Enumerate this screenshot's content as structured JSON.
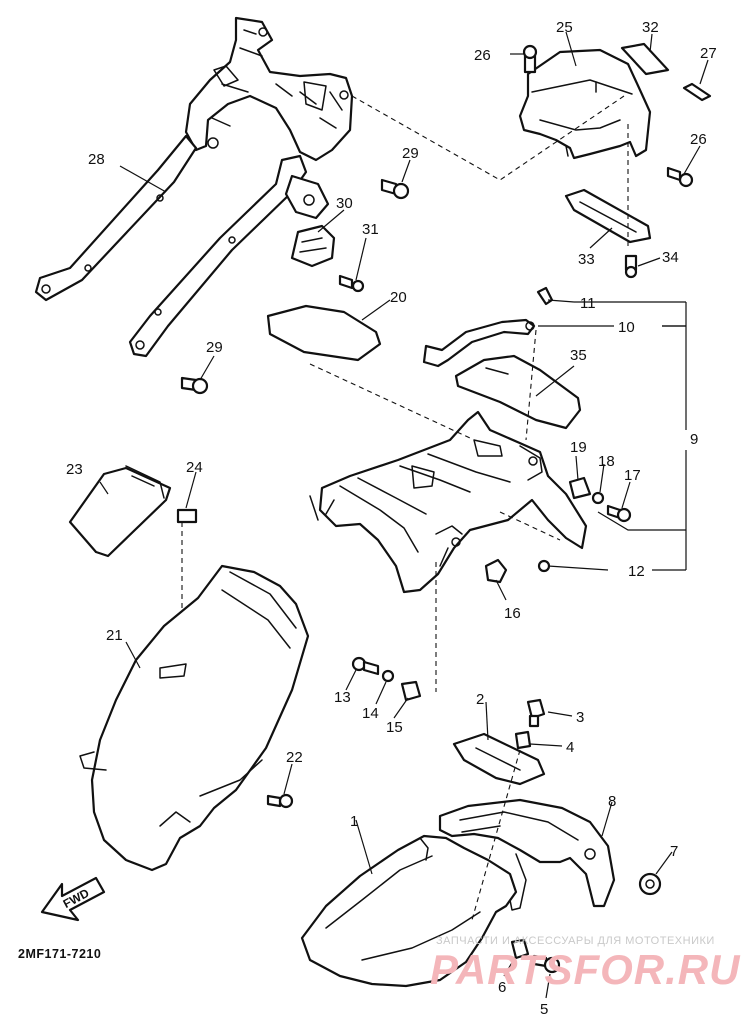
{
  "diagram_code": "2MF171-7210",
  "fwd_label": "FWD",
  "watermark": {
    "line1": "ЗАПЧАСТИ И АКСЕССУАРЫ ДЛЯ МОТОТЕХНИКИ",
    "line2": "PARTSFOR.RU"
  },
  "callouts": [
    {
      "id": "c1",
      "text": "1"
    },
    {
      "id": "c2",
      "text": "2"
    },
    {
      "id": "c3",
      "text": "3"
    },
    {
      "id": "c4",
      "text": "4"
    },
    {
      "id": "c5",
      "text": "5"
    },
    {
      "id": "c6",
      "text": "6"
    },
    {
      "id": "c7",
      "text": "7"
    },
    {
      "id": "c8",
      "text": "8"
    },
    {
      "id": "c9",
      "text": "9"
    },
    {
      "id": "c10",
      "text": "10"
    },
    {
      "id": "c11",
      "text": "11"
    },
    {
      "id": "c12",
      "text": "12"
    },
    {
      "id": "c13",
      "text": "13"
    },
    {
      "id": "c14",
      "text": "14"
    },
    {
      "id": "c15",
      "text": "15"
    },
    {
      "id": "c16",
      "text": "16"
    },
    {
      "id": "c17",
      "text": "17"
    },
    {
      "id": "c18",
      "text": "18"
    },
    {
      "id": "c19",
      "text": "19"
    },
    {
      "id": "c20",
      "text": "20"
    },
    {
      "id": "c21",
      "text": "21"
    },
    {
      "id": "c22",
      "text": "22"
    },
    {
      "id": "c23",
      "text": "23"
    },
    {
      "id": "c24",
      "text": "24"
    },
    {
      "id": "c25",
      "text": "25"
    },
    {
      "id": "c26a",
      "text": "26"
    },
    {
      "id": "c26b",
      "text": "26"
    },
    {
      "id": "c27",
      "text": "27"
    },
    {
      "id": "c28",
      "text": "28"
    },
    {
      "id": "c29a",
      "text": "29"
    },
    {
      "id": "c29b",
      "text": "29"
    },
    {
      "id": "c30",
      "text": "30"
    },
    {
      "id": "c31",
      "text": "31"
    },
    {
      "id": "c32",
      "text": "32"
    },
    {
      "id": "c33",
      "text": "33"
    },
    {
      "id": "c34",
      "text": "34"
    },
    {
      "id": "c35",
      "text": "35"
    }
  ]
}
